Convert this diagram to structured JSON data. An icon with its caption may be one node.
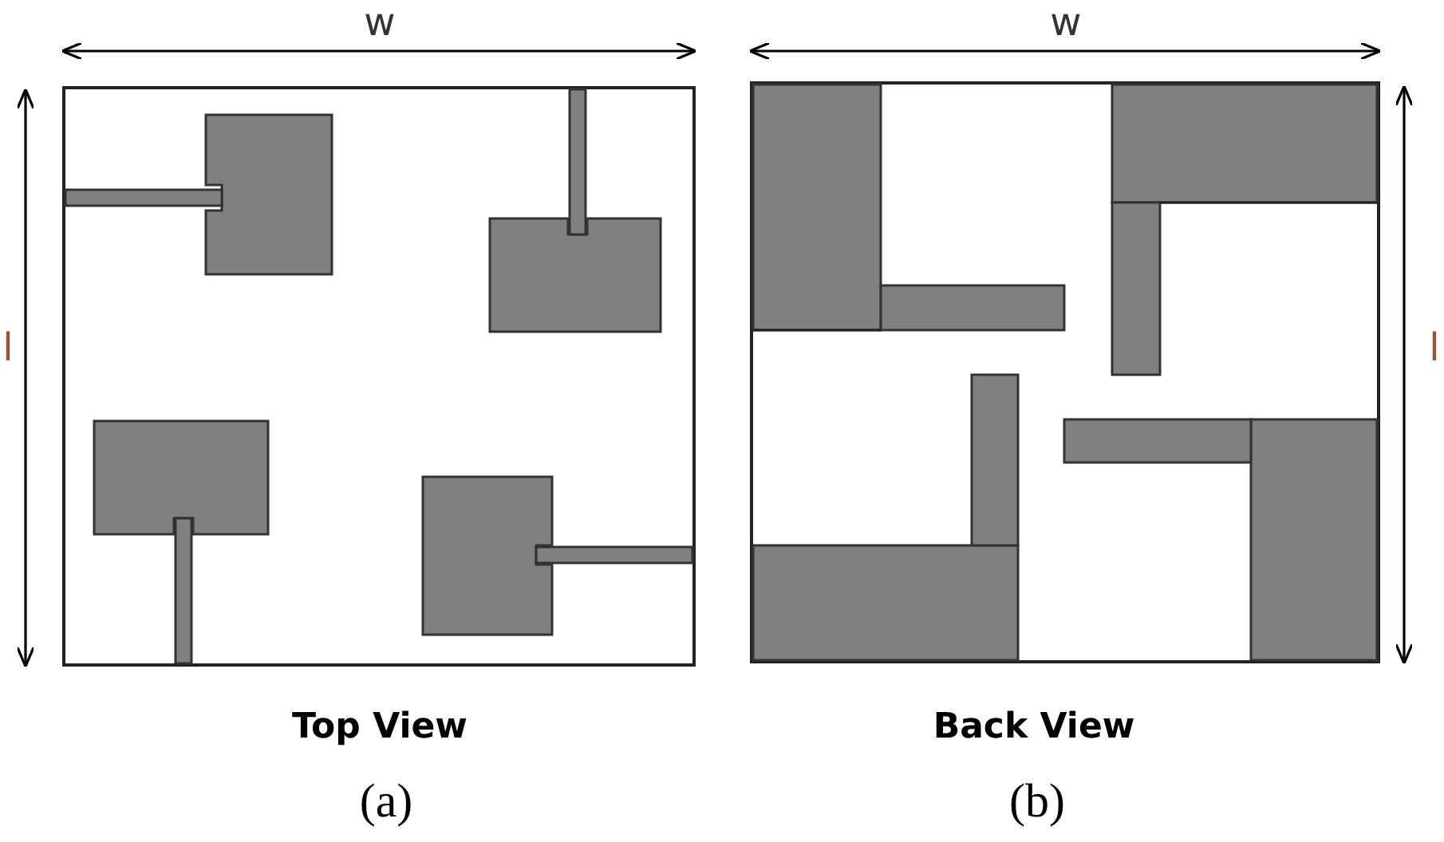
{
  "diagram": {
    "labels": [
      "w",
      "w",
      "l",
      "l",
      "Top View",
      "Back View",
      "(a)",
      "(b)"
    ]
  }
}
